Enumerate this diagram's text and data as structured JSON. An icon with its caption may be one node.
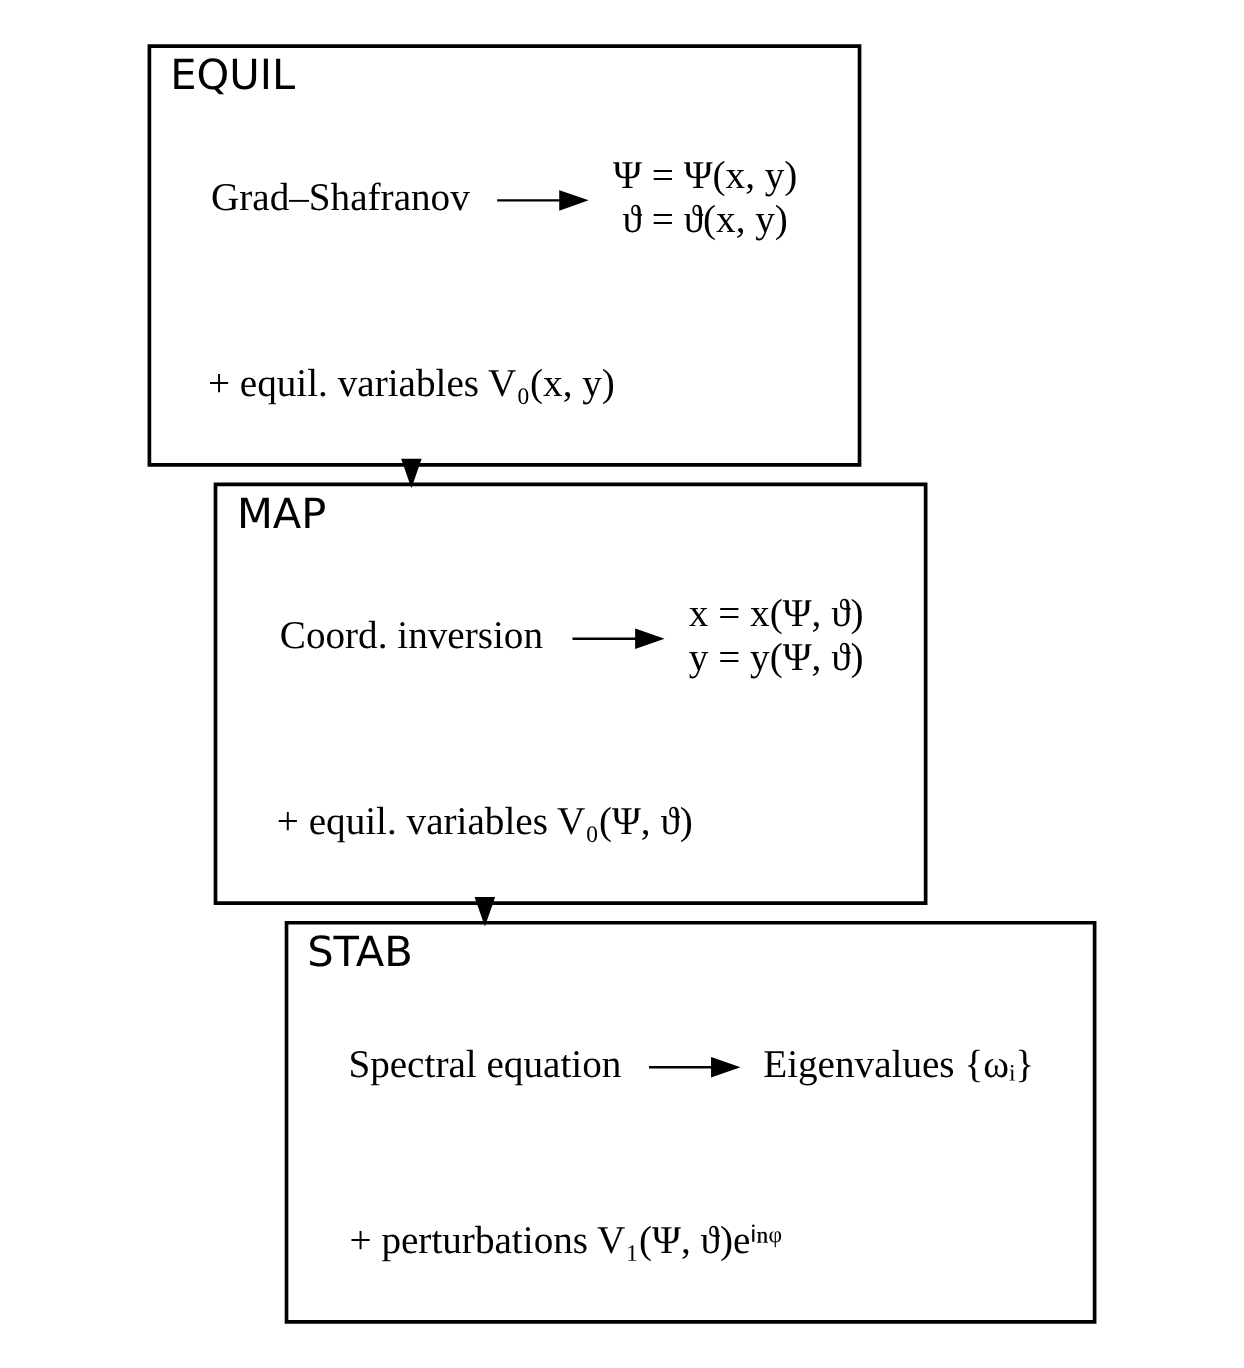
{
  "diagram": {
    "nodes": [
      {
        "text": [
          "EQUIL"
        ]
      },
      {
        "text": [
          "Grad–Shafranov"
        ],
        "in": 0
      },
      {
        "text": [
          "Ψ = Ψ(x, y)",
          "ϑ = ϑ(x, y)"
        ],
        "in": 0
      },
      {
        "text": [
          "+ equil. variables V₀(x, y)"
        ],
        "in": 0
      },
      {
        "text": [
          "MAP"
        ]
      },
      {
        "text": [
          "Coord. inversion"
        ],
        "in": 4
      },
      {
        "text": [
          "x = x(Ψ, ϑ)",
          "y = y(Ψ, ϑ)"
        ],
        "in": 4
      },
      {
        "text": [
          "+ equil. variables V₀(Ψ, ϑ)"
        ],
        "in": 4
      },
      {
        "text": [
          "STAB"
        ]
      },
      {
        "text": [
          "Spectral equation"
        ],
        "in": 8
      },
      {
        "text": [
          "Eigenvalues {ωᵢ}"
        ],
        "in": 8
      },
      {
        "text": [
          "+ perturbations V₁(Ψ, ϑ)eⁱⁿᵠ"
        ],
        "in": 8
      }
    ],
    "edges": [
      {
        "from": 1,
        "to": 2,
        "arrow": "to"
      },
      {
        "from": 0,
        "to": 4,
        "arrow": "to"
      },
      {
        "from": 5,
        "to": 6,
        "arrow": "to"
      },
      {
        "from": 4,
        "to": 8,
        "arrow": "to"
      },
      {
        "from": 9,
        "to": 10,
        "arrow": "to"
      }
    ]
  }
}
